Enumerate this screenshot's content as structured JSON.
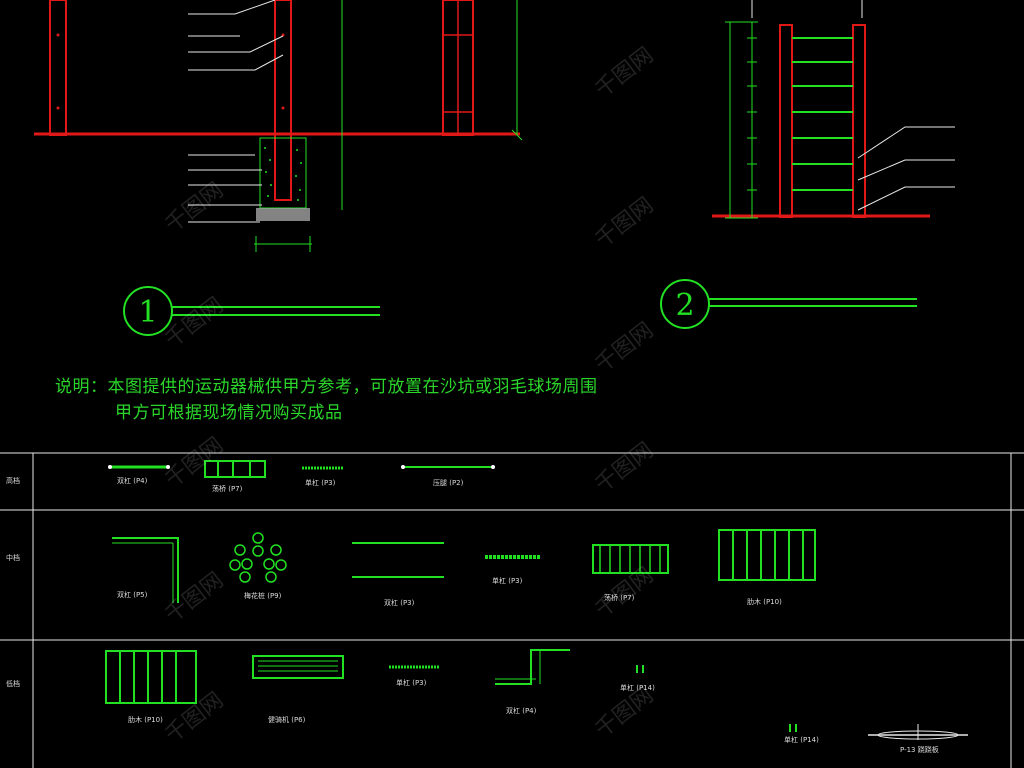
{
  "notes": {
    "line1": "说明：本图提供的运动器械供甲方参考，可放置在沙坑或羽毛球场周围",
    "line2": "甲方可根据现场情况购买成品"
  },
  "markers": {
    "m1": "1",
    "m2": "2"
  },
  "table": {
    "rows": [
      "高档",
      "中档",
      "低档"
    ],
    "row1_items": [
      "双杠 (P4)",
      "荡桥 (P7)",
      "单杠 (P3)",
      "压腿 (P2)"
    ],
    "row2_items": [
      "双杠 (P5)",
      "梅花桩 (P9)",
      "双杠 (P3)",
      "单杠 (P3)",
      "荡桥 (P7)",
      "肋木 (P10)"
    ],
    "row3_items": [
      "肋木 (P10)",
      "健骑机 (P6)",
      "单杠 (P3)",
      "双杠 (P4)",
      "单杠 (P14)",
      "单杠 (P14)",
      "P-13 跷跷板"
    ]
  },
  "watermark": "千图网",
  "colors": {
    "red": "#e01818",
    "green": "#22e022",
    "white": "#e8e8e8",
    "bg": "#000000"
  }
}
